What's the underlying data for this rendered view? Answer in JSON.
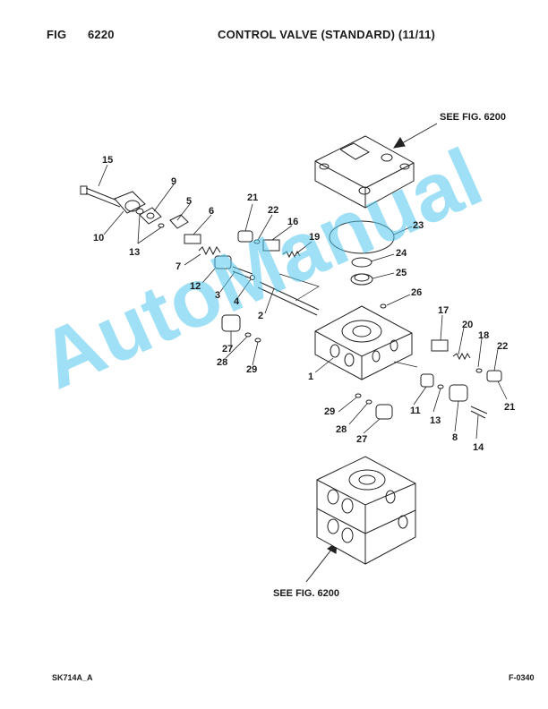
{
  "header": {
    "fig_label": "FIG",
    "fig_number": "6220",
    "title": "CONTROL VALVE (STANDARD) (11/11)"
  },
  "references": {
    "top": "SEE FIG. 6200",
    "bottom": "SEE FIG. 6200"
  },
  "footer": {
    "left_code": "SK714A_A",
    "right_code": "F-0340"
  },
  "watermark": "AutoManual",
  "callouts": {
    "c1": "1",
    "c2": "2",
    "c3": "3",
    "c4": "4",
    "c5": "5",
    "c6": "6",
    "c7": "7",
    "c8": "8",
    "c9": "9",
    "c10": "10",
    "c11": "11",
    "c12": "12",
    "c13a": "13",
    "c13b": "13",
    "c14": "14",
    "c15": "15",
    "c16": "16",
    "c17": "17",
    "c18": "18",
    "c19": "19",
    "c20": "20",
    "c21a": "21",
    "c21b": "21",
    "c22a": "22",
    "c22b": "22",
    "c23": "23",
    "c24": "24",
    "c25": "25",
    "c26": "26",
    "c27a": "27",
    "c27b": "27",
    "c28a": "28",
    "c28b": "28",
    "c29a": "29",
    "c29b": "29"
  }
}
